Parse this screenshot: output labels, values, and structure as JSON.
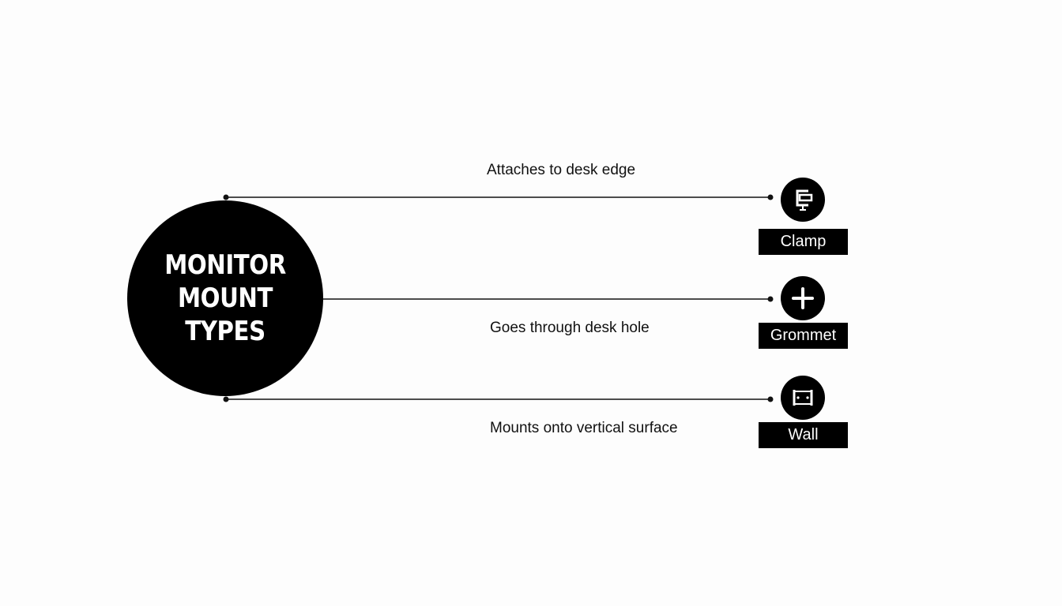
{
  "title": "MONITOR\nMOUNT TYPES",
  "mounts": [
    {
      "label": "Clamp",
      "description": "Attaches to desk edge",
      "icon": "clamp-icon"
    },
    {
      "label": "Grommet",
      "description": "Goes through desk hole",
      "icon": "plus-icon"
    },
    {
      "label": "Wall",
      "description": "Mounts onto vertical surface",
      "icon": "wall-bracket-icon"
    }
  ],
  "colors": {
    "background": "#fdfdfd",
    "fill": "#000000",
    "text": "#111111",
    "line": "#111111"
  }
}
